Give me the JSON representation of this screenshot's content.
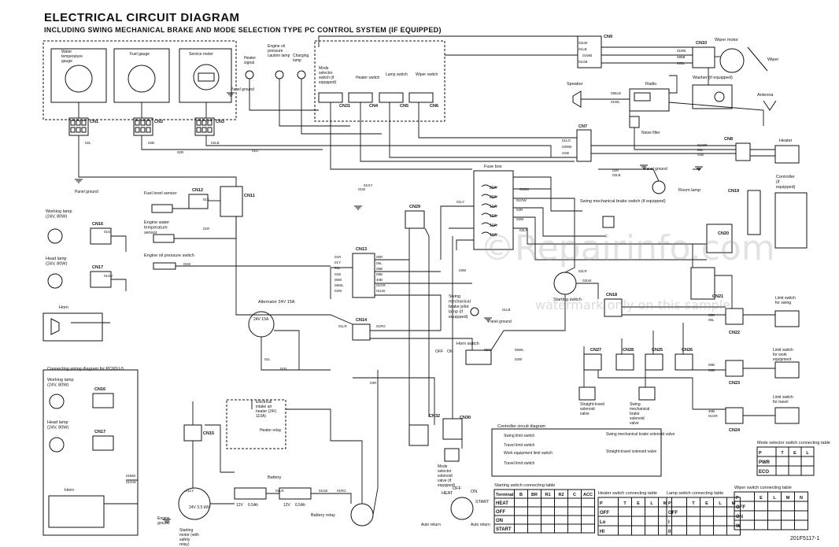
{
  "title": "ELECTRICAL CIRCUIT DIAGRAM",
  "subtitle": "INCLUDING SWING MECHANICAL BRAKE AND MODE SELECTION TYPE PC CONTROL SYSTEM (IF EQUIPPED)",
  "doc_number": "201F5117-1",
  "watermark": "©Repairinfo.com",
  "watermark_note": "watermark only on this sample",
  "components": [
    {
      "id": "water-temp-gauge",
      "label": "Water temperature gauge"
    },
    {
      "id": "fuel-gauge",
      "label": "Fuel gauge"
    },
    {
      "id": "service-meter",
      "label": "Service meter"
    },
    {
      "id": "heater-signal",
      "label": "Heater signal"
    },
    {
      "id": "engine-oil-lamp",
      "label": "Engine oil pressure caution lamp"
    },
    {
      "id": "charging-lamp",
      "label": "Charging lamp"
    },
    {
      "id": "mode-selector-switch",
      "label": "Mode selector switch (if equipped)"
    },
    {
      "id": "heater-switch",
      "label": "Heater switch"
    },
    {
      "id": "lamp-switch",
      "label": "Lamp switch"
    },
    {
      "id": "wiper-switch",
      "label": "Wiper switch"
    },
    {
      "id": "wiper-motor",
      "label": "Wiper motor"
    },
    {
      "id": "wiper",
      "label": "Wiper"
    },
    {
      "id": "washer",
      "label": "Washer (if equipped)"
    },
    {
      "id": "speaker",
      "label": "Speaker"
    },
    {
      "id": "radio",
      "label": "Radio"
    },
    {
      "id": "antenna",
      "label": "Antenna"
    },
    {
      "id": "noise-filter",
      "label": "Noise filter"
    },
    {
      "id": "heater",
      "label": "Heater"
    },
    {
      "id": "room-lamp",
      "label": "Room lamp"
    },
    {
      "id": "controller",
      "label": "Controller (if equipped)"
    },
    {
      "id": "fuse-box",
      "label": "Fuse box"
    },
    {
      "id": "fuel-level-sensor",
      "label": "Fuel level sensor"
    },
    {
      "id": "engine-water-temp-sensor",
      "label": "Engine water temperature sensor"
    },
    {
      "id": "engine-oil-pressure-switch",
      "label": "Engine oil pressure switch"
    },
    {
      "id": "working-lamp",
      "label": "Working lamp (24V, 80W)"
    },
    {
      "id": "head-lamp",
      "label": "Head lamp (24V, 80W)"
    },
    {
      "id": "horn",
      "label": "Horn"
    },
    {
      "id": "alternator",
      "label": "Alternator 24V 15A"
    },
    {
      "id": "swing-brake-switch",
      "label": "Swing mechanical brake switch (if equipped)"
    },
    {
      "id": "swing-brake-pilot-lamp",
      "label": "Swing mechanical brake pilot lamp (if equipped)"
    },
    {
      "id": "starting-switch",
      "label": "Starting switch"
    },
    {
      "id": "horn-switch",
      "label": "Horn switch"
    },
    {
      "id": "electrical-intake-heater",
      "label": "Electrical intake air heater (24V, 110A)"
    },
    {
      "id": "heater-relay",
      "label": "Heater relay"
    },
    {
      "id": "battery",
      "label": "Battery"
    },
    {
      "id": "battery-relay",
      "label": "Battery relay"
    },
    {
      "id": "starting-motor",
      "label": "Starting motor (with safety relay)"
    },
    {
      "id": "engine-ground",
      "label": "Engine ground"
    },
    {
      "id": "mode-selector-valve",
      "label": "Mode selector solenoid valve (if equipped)"
    },
    {
      "id": "straight-travel-valve-1",
      "label": "Straight-travel solenoid valve"
    },
    {
      "id": "swing-brake-valve",
      "label": "Swing mechanical brake solenoid valve"
    },
    {
      "id": "limit-switch-swing",
      "label": "Limit switch for swing"
    },
    {
      "id": "limit-switch-work",
      "label": "Limit switch for work equipment"
    },
    {
      "id": "limit-switch-travel",
      "label": "Limit switch for travel"
    }
  ],
  "labels": {
    "panel_ground": "Panel ground",
    "connecting_wiring_title": "Connecting wiring diagram for PC60U-5",
    "controller_circuit_title": "Controller circuit diagram",
    "ctrl_swing_limit": "Swing limit switch",
    "ctrl_travel_limit": "Travel limit switch",
    "ctrl_work_limit": "Work equipment limit switch",
    "ctrl_travel2": "Travel limit switch",
    "ctrl_swing_brake_valve": "Swing mechanical brake solenoid valve",
    "ctrl_straight_valve": "Straight-travel solenoid valve",
    "heat": "HEAT",
    "off": "OFF",
    "on": "ON",
    "start": "START",
    "auto_return": "Auto return",
    "battery_12v": "12V",
    "battery_ah": "6.5Ah",
    "alt_rating": "24V 15A",
    "starter_rating": "24V 3.5 kW",
    "wiper_label": "Wiper",
    "off_label": "OFF",
    "on_label": "ON",
    "mode_selector_conn_table": "Mode selector switch connecting table"
  },
  "connectors": [
    "CN1",
    "CN2",
    "CN3",
    "CN4",
    "CN5",
    "CN6",
    "CN31",
    "CN7",
    "CN8",
    "CN9",
    "CN10",
    "CN11",
    "CN12",
    "CN13",
    "CN14",
    "CN15",
    "CN16",
    "CN17",
    "CN18",
    "CN19",
    "CN20",
    "CN21",
    "CN22",
    "CN23",
    "CN24",
    "CN25",
    "CN26",
    "CN27",
    "CN28",
    "CN29",
    "CN30",
    "CN32"
  ],
  "wire_labels": [
    "02L",
    "02B",
    "02R",
    "02LB",
    "01G",
    "01GY",
    "01W",
    "01R",
    "01Y",
    "01L",
    "01B",
    "05W",
    "05WL",
    "02W",
    "05R",
    "05L",
    "05B",
    "08B",
    "40B",
    "01GR",
    "01LW",
    "01LR",
    "01RG",
    "01LY",
    "01BW",
    "01GW",
    "03R",
    "03W",
    "02LR",
    "02LW",
    "01LB",
    "01WB",
    "01GB",
    "01RB",
    "085B",
    "085L",
    "085LB",
    "01WL",
    "01LG",
    "02RW",
    "2GB",
    "01WR"
  ],
  "tables": {
    "starting_switch": {
      "title": "Starting switch connecting table",
      "columns": [
        "Terminal Position",
        "B",
        "BR",
        "R1",
        "R2",
        "C",
        "ACC"
      ],
      "rows": [
        "HEAT",
        "OFF",
        "ON",
        "START"
      ]
    },
    "heater_switch": {
      "title": "Heater switch connecting table",
      "columns": [
        "P",
        "T",
        "E",
        "L",
        "M"
      ],
      "rows": [
        "OFF",
        "Lo",
        "HI"
      ]
    },
    "lamp_switch": {
      "title": "Lamp switch connecting table",
      "columns": [
        "P",
        "T",
        "E",
        "L",
        "M"
      ],
      "rows": [
        "OFF",
        "I",
        "II"
      ]
    },
    "wiper_switch": {
      "title": "Wiper switch connecting table",
      "columns": [
        "P",
        "E",
        "L",
        "M",
        "N"
      ],
      "rows": [
        "OFF",
        "ON",
        "W"
      ]
    },
    "mode_selector": {
      "title": "Mode selector switch connecting table",
      "columns": [
        "P",
        "T",
        "E",
        "L"
      ],
      "rows": [
        "PWR",
        "ECO"
      ]
    }
  }
}
